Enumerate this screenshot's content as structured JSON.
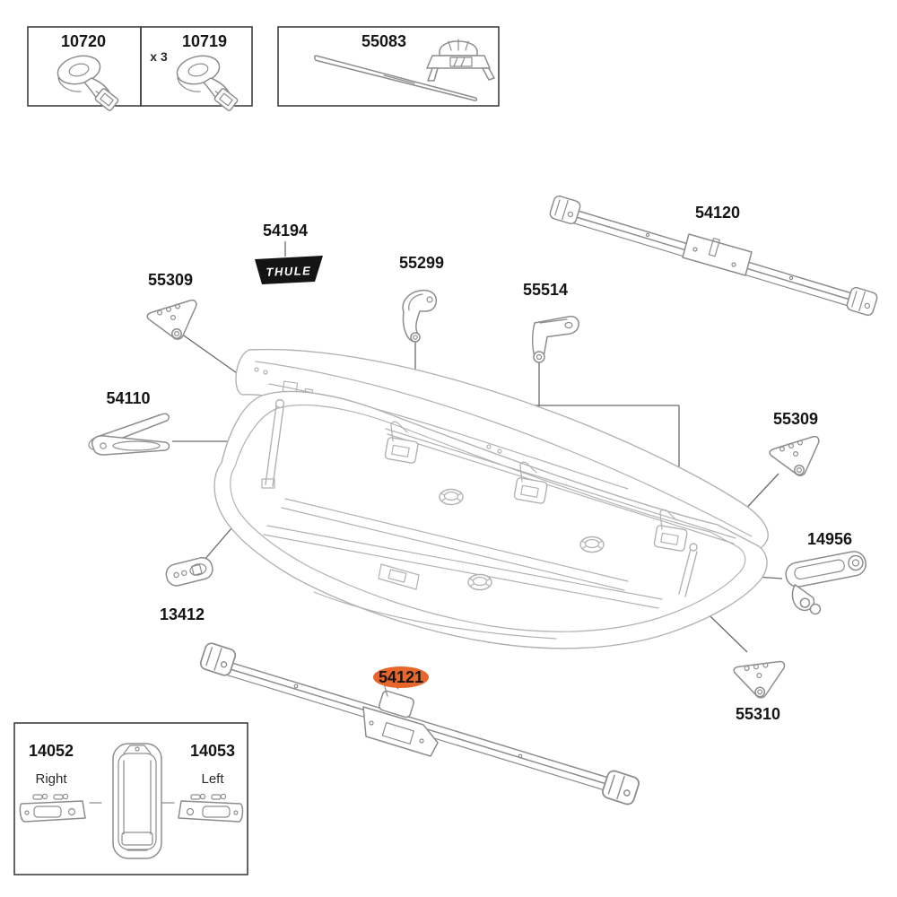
{
  "diagram_type": "exploded-parts-diagram",
  "highlighted_part": "54121",
  "colors": {
    "highlight": "#e7662b",
    "badge_bg": "#141414",
    "badge_text": "#ffffff",
    "drawing_line": "#b2b2b2",
    "part_line": "#8d8d8d",
    "leader_line": "#6b6b6b",
    "label_text": "#151515"
  },
  "labels": {
    "strap_single": "10720",
    "strap_multi": "10719",
    "strap_multi_qty": "x 3",
    "rod_kit": "55083",
    "rear_bar": "54120",
    "logo_part": "54194",
    "logo_text": "THULE",
    "bracket_front_left": "55309",
    "hook_front": "55299",
    "hook_rear": "55514",
    "lid_lifter": "54110",
    "bracket_front_right": "55309",
    "tension_lock": "14956",
    "plate": "13412",
    "front_bar": "54121",
    "bracket_bottom": "55310",
    "lock_right_part": "14052",
    "lock_right_text": "Right",
    "lock_left_part": "14053",
    "lock_left_text": "Left"
  }
}
